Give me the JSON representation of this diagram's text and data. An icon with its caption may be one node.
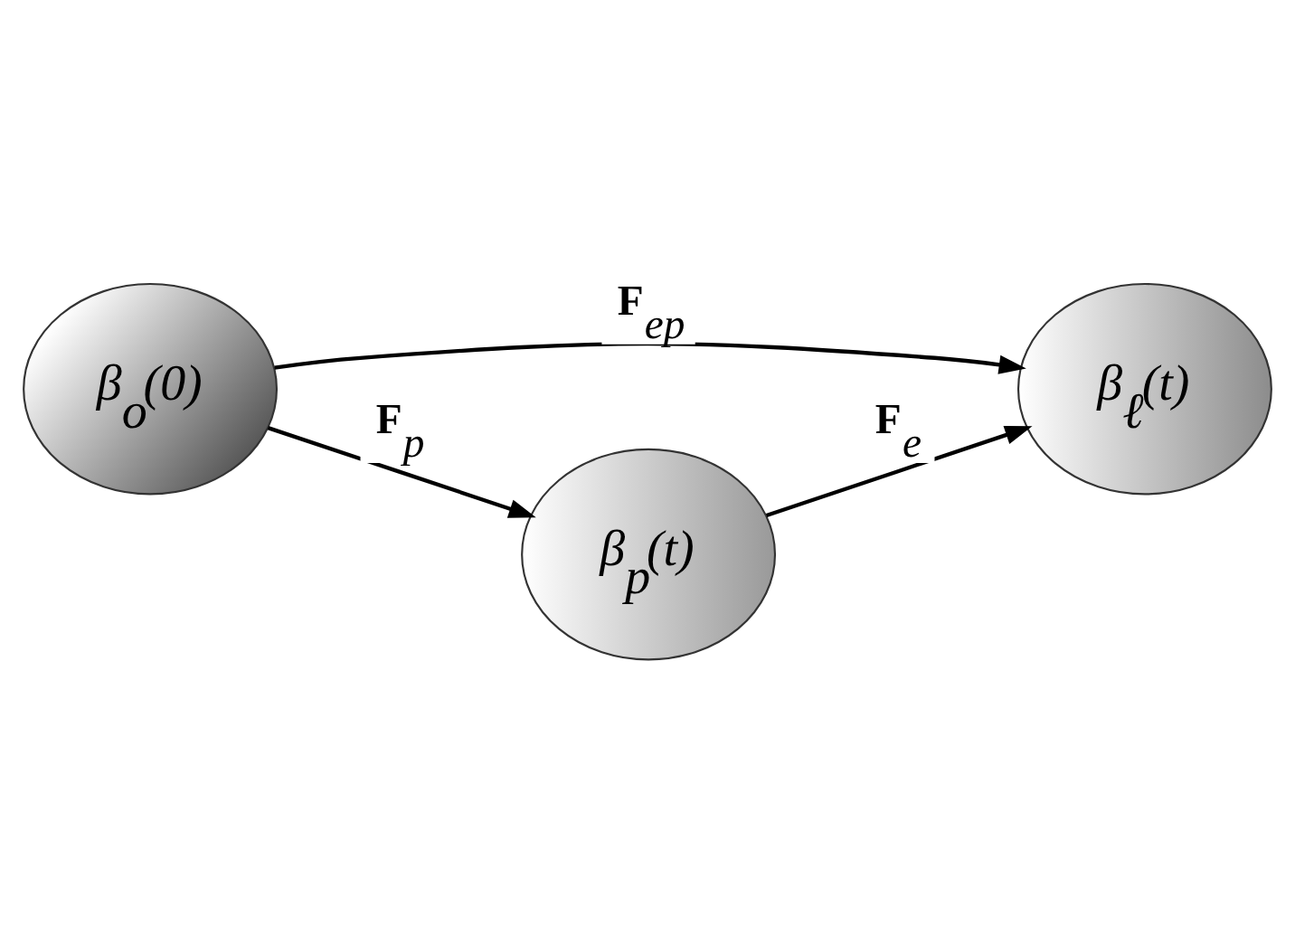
{
  "diagram": {
    "nodes": [
      {
        "text": [
          "β$_{o}$(0)"
        ]
      },
      {
        "text": [
          "β$_{ℓ}$(t)"
        ]
      },
      {
        "text": [
          "β$_{p}$(t)"
        ]
      }
    ],
    "edges": [
      {
        "from": 0,
        "to": 1,
        "arrow": "to",
        "label": "**F**$_{ep}$"
      },
      {
        "from": 0,
        "to": 2,
        "arrow": "to",
        "label": "**F**$_{p}$"
      },
      {
        "from": 2,
        "to": 1,
        "arrow": "to",
        "label": "**F**$_{e}$"
      }
    ]
  }
}
